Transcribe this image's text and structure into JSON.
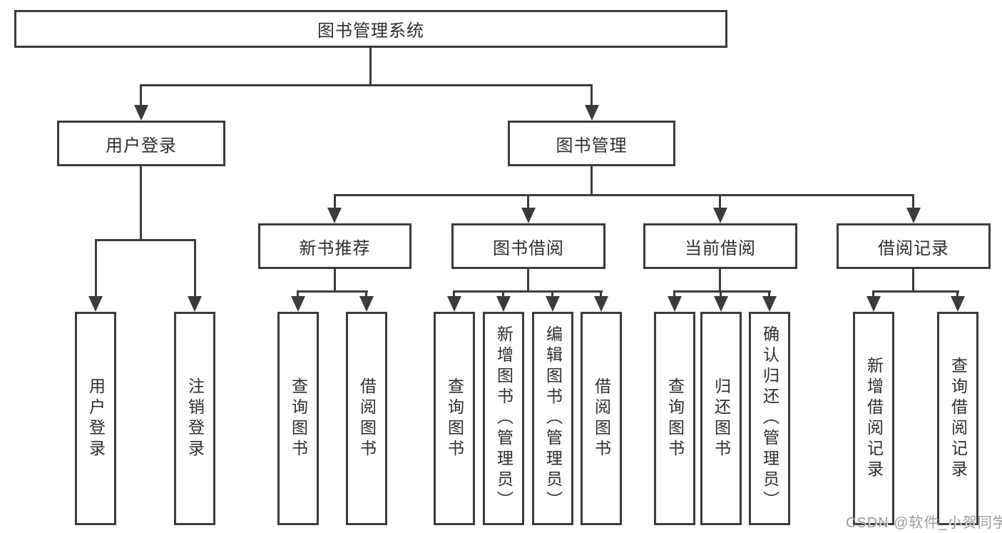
{
  "diagram": {
    "root": {
      "label": "图书管理系统"
    },
    "level2": [
      {
        "label": "用户登录"
      },
      {
        "label": "图书管理"
      }
    ],
    "level3": [
      {
        "label": "新书推荐"
      },
      {
        "label": "图书借阅"
      },
      {
        "label": "当前借阅"
      },
      {
        "label": "借阅记录"
      }
    ],
    "leaves": {
      "user_login": [
        "用户登录",
        "注销登录"
      ],
      "new_books": [
        "查询图书",
        "借阅图书"
      ],
      "book_borrow": [
        "查询图书",
        "新增图书（管理员）",
        "编辑图书（管理员）",
        "借阅图书"
      ],
      "current_borrow": [
        "查询图书",
        "归还图书",
        "确认归还（管理员）"
      ],
      "borrow_records": [
        "新增借阅记录",
        "查询借阅记录"
      ]
    }
  },
  "watermark": {
    "text": "CSDN @软件_小贺同学"
  },
  "colors": {
    "line": "#3b3b3b",
    "border": "#3b3b3b",
    "text": "#2d2d2d",
    "watermark": "#9d9d9d",
    "background": "#ffffff"
  }
}
